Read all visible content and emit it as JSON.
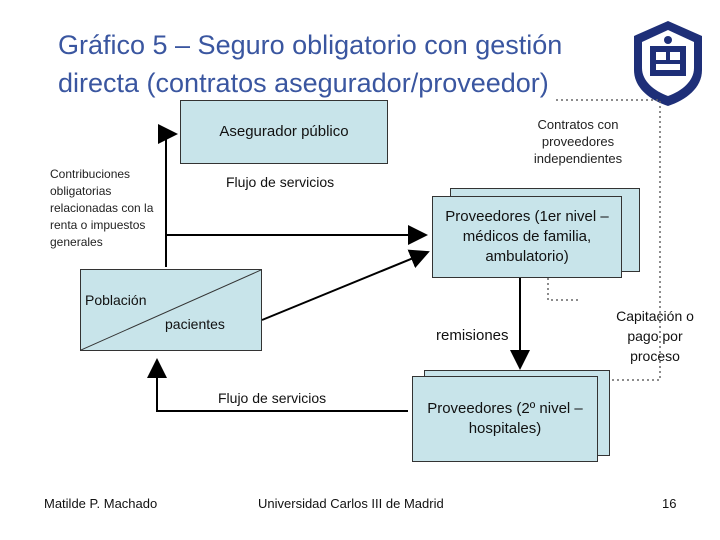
{
  "slide": {
    "title_line1": "Gráfico 5 – Seguro obligatorio con gestión",
    "title_line2": "directa (contratos asegurador/proveedor)"
  },
  "diagram": {
    "insurer": "Asegurador público",
    "contributions": "Contribuciones obligatorias relacionadas con la renta o impuestos generales",
    "service_flow_top": "Flujo de servicios",
    "contracts_note": "Contratos con proveedores independientes",
    "primary_providers": "Proveedores (1er nivel – médicos de familia, ambulatorio)",
    "population": "Población",
    "patients": "pacientes",
    "referrals": "remisiones",
    "capitation": "Capitación o pago por proceso",
    "service_flow_bottom": "Flujo de servicios",
    "secondary_providers": "Proveedores (2º nivel –hospitales)"
  },
  "footer": {
    "author": "Matilde P. Machado",
    "institution": "Universidad Carlos III de Madrid",
    "page": "16"
  },
  "colors": {
    "title": "#3a56a0",
    "box_fill": "#c8e4ea",
    "logo_navy": "#1e2f78"
  }
}
